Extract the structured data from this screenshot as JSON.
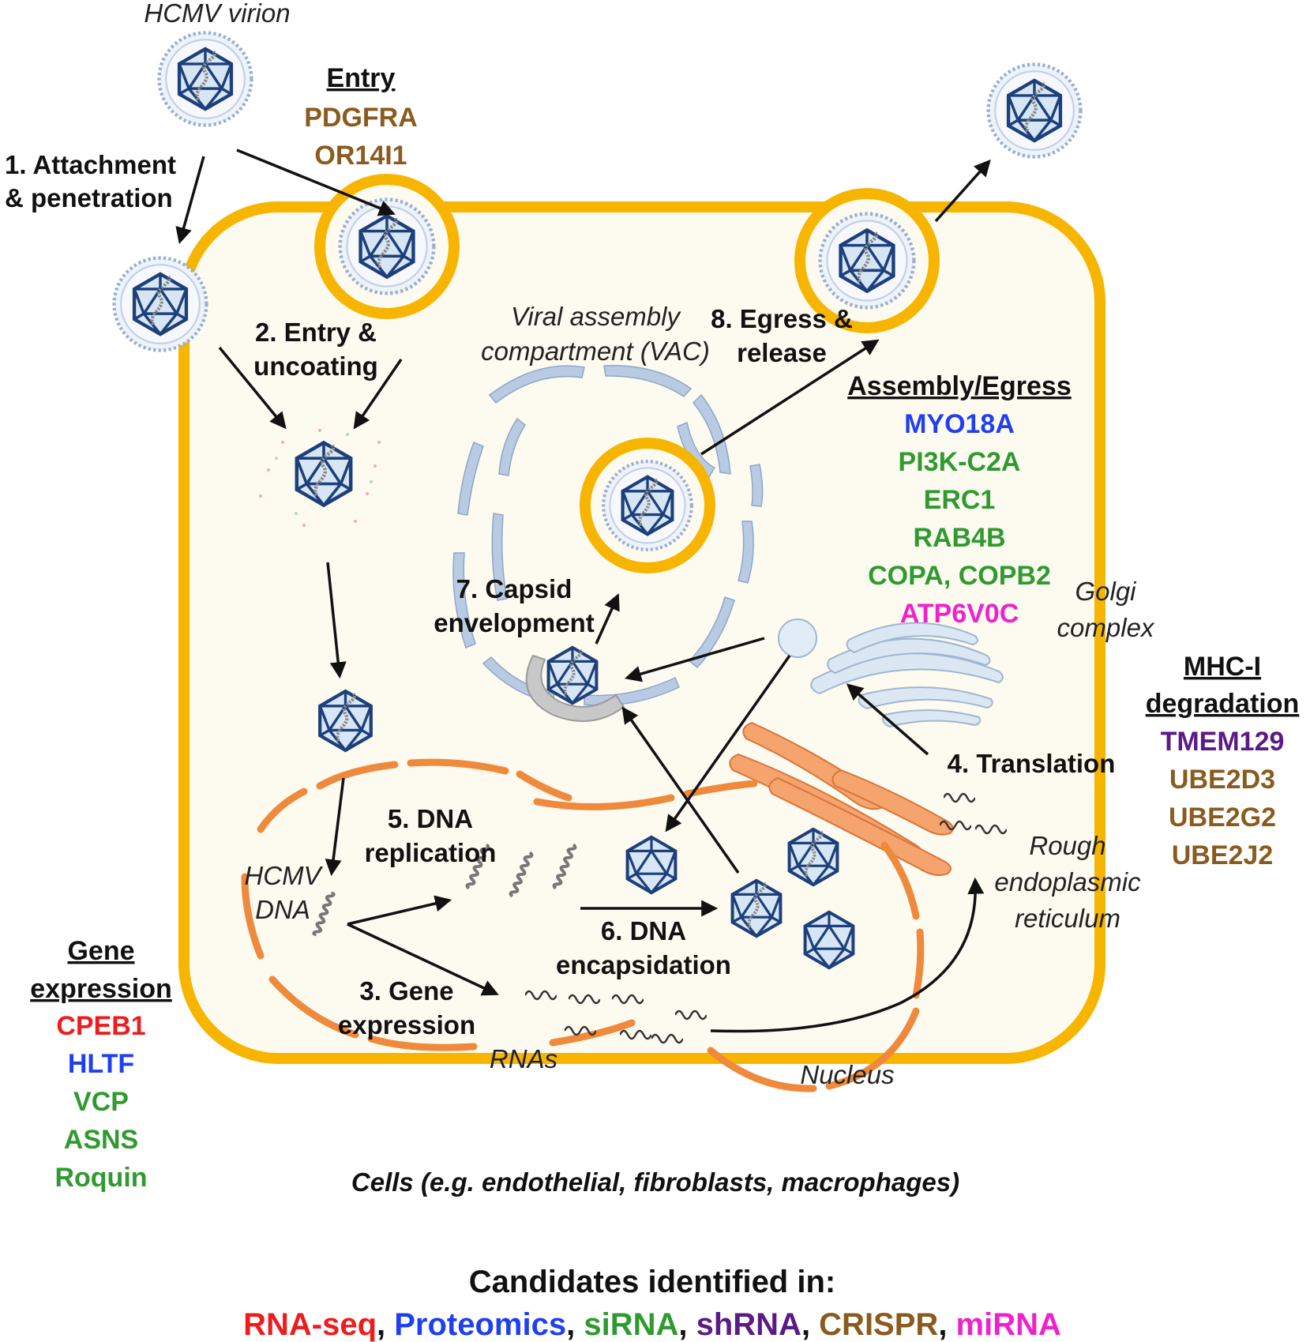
{
  "labels": {
    "virion": "HCMV virion",
    "step1a": "1. Attachment",
    "step1b": "& penetration",
    "step2a": "2. Entry &",
    "step2b": "uncoating",
    "vac_a": "Viral assembly",
    "vac_b": "compartment (VAC)",
    "step8a": "8. Egress &",
    "step8b": "release",
    "step7a": "7. Capsid",
    "step7b": "envelopment",
    "golgi_a": "Golgi",
    "golgi_b": "complex",
    "step4": "4. Translation",
    "step5a": "5. DNA",
    "step5b": "replication",
    "hcmv_dna_a": "HCMV",
    "hcmv_dna_b": "DNA",
    "step6a": "6. DNA",
    "step6b": "encapsidation",
    "rer_a": "Rough",
    "rer_b": "endoplasmic",
    "rer_c": "reticulum",
    "step3a": "3. Gene",
    "step3b": "expression",
    "rnas": "RNAs",
    "nucleus": "Nucleus",
    "cells": "Cells (e.g. endothelial, fibroblasts, macrophages)"
  },
  "groups": {
    "entry": {
      "title": "Entry",
      "genes": [
        {
          "name": "PDGFRA",
          "color": "#8b5a1e"
        },
        {
          "name": "OR14I1",
          "color": "#8b5a1e"
        }
      ]
    },
    "assembly": {
      "title": "Assembly/Egress",
      "genes": [
        {
          "name": "MYO18A",
          "color": "#1f3ff0"
        },
        {
          "name": "PI3K-C2A",
          "color": "#2f9a2f"
        },
        {
          "name": "ERC1",
          "color": "#2f9a2f"
        },
        {
          "name": "RAB4B",
          "color": "#2f9a2f"
        },
        {
          "name": "COPA, COPB2",
          "color": "#2f9a2f"
        },
        {
          "name": "ATP6V0C",
          "color": "#ee22cc"
        }
      ]
    },
    "mhc": {
      "title_a": "MHC-I",
      "title_b": "degradation",
      "genes": [
        {
          "name": "TMEM129",
          "color": "#5b1a86"
        },
        {
          "name": "UBE2D3",
          "color": "#8b5a1e"
        },
        {
          "name": "UBE2G2",
          "color": "#8b5a1e"
        },
        {
          "name": "UBE2J2",
          "color": "#8b5a1e"
        }
      ]
    },
    "gene_expression": {
      "title_a": "Gene",
      "title_b": "expression",
      "genes": [
        {
          "name": "CPEB1",
          "color": "#ee1c1c"
        },
        {
          "name": "HLTF",
          "color": "#1f3ff0"
        },
        {
          "name": "VCP",
          "color": "#2f9a2f"
        },
        {
          "name": "ASNS",
          "color": "#2f9a2f"
        },
        {
          "name": "Roquin",
          "color": "#2f9a2f"
        }
      ]
    }
  },
  "legend": {
    "title": "Candidates identified in:",
    "items": [
      {
        "text": "RNA-seq",
        "color": "#ee1c1c"
      },
      {
        "text": ", ",
        "color": "#111111"
      },
      {
        "text": "Proteomics",
        "color": "#1f3ff0"
      },
      {
        "text": ", ",
        "color": "#111111"
      },
      {
        "text": "siRNA",
        "color": "#2f9a2f"
      },
      {
        "text": ", ",
        "color": "#111111"
      },
      {
        "text": "shRNA",
        "color": "#5b1a86"
      },
      {
        "text": ", ",
        "color": "#111111"
      },
      {
        "text": "CRISPR",
        "color": "#8b5a1e"
      },
      {
        "text": ", ",
        "color": "#111111"
      },
      {
        "text": "miRNA",
        "color": "#ee22cc"
      }
    ]
  },
  "colors": {
    "membrane": "#f7b500",
    "cytoplasm": "#fdfaf0",
    "capsid": "#1d3f7a",
    "envelope_dots": "#9aaed0"
  }
}
